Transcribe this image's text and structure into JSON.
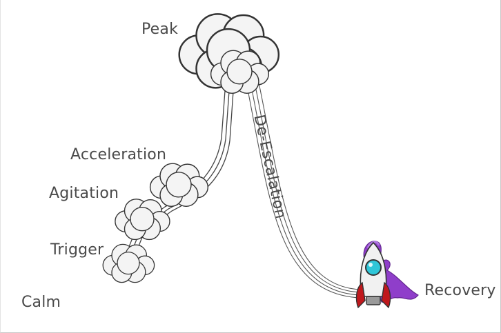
{
  "diagram": {
    "stages": {
      "peak": "Peak",
      "acceleration": "Acceleration",
      "agitation": "Agitation",
      "trigger": "Trigger",
      "calm": "Calm",
      "de_escalation": "De-Escalation",
      "recovery": "Recovery"
    },
    "colors": {
      "text": "#4a4a4a",
      "outline": "#333333",
      "cloud_fill": "#f4f4f4",
      "rocket_body": "#f1f1f1",
      "rocket_fins": "#c0181c",
      "rocket_window": "#2fc6d8",
      "exhaust": "#8a34c8"
    }
  }
}
